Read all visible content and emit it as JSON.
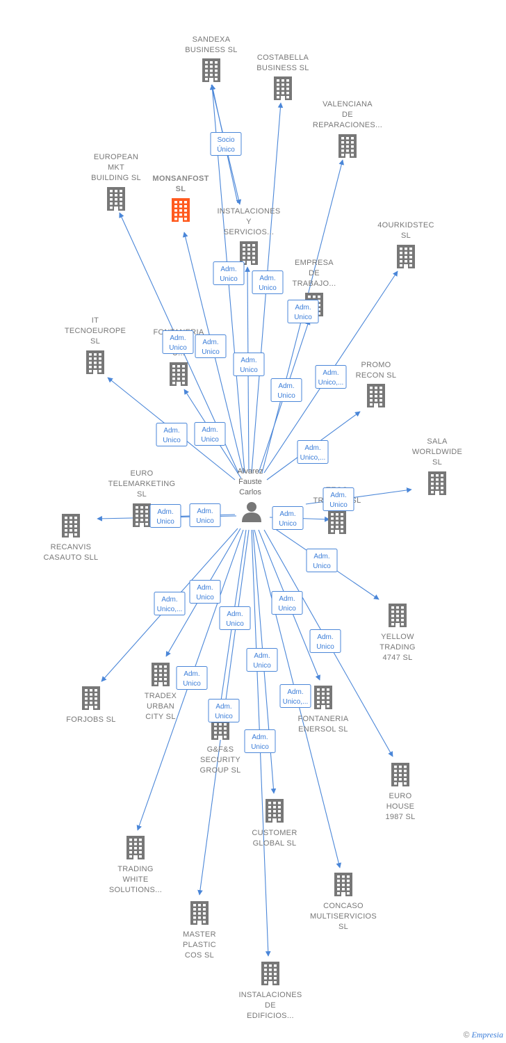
{
  "colors": {
    "edge": "#4a86d8",
    "node": "#777777",
    "focus_node": "#ff5a1f"
  },
  "person": {
    "name_lines": [
      "Alvarez",
      "Fauste",
      "Carlos"
    ],
    "icon": "person-icon"
  },
  "companies": [
    {
      "id": "sandexa",
      "lines": [
        "SANDEXA",
        "BUSINESS SL"
      ]
    },
    {
      "id": "costabella",
      "lines": [
        "COSTABELLA",
        "BUSINESS SL"
      ]
    },
    {
      "id": "valenciana",
      "lines": [
        "VALENCIANA",
        "DE",
        "REPARACIONES..."
      ]
    },
    {
      "id": "european",
      "lines": [
        "EUROPEAN",
        "MKT",
        "BUILDING  SL"
      ]
    },
    {
      "id": "monsanfost",
      "lines": [
        "MONSANFOST",
        "SL"
      ],
      "focus": true
    },
    {
      "id": "instalaciones-servicios",
      "lines": [
        "INSTALACIONES",
        "Y",
        "SERVICIOS..."
      ]
    },
    {
      "id": "4ourkidstec",
      "lines": [
        "4OURKIDSTEC",
        "SL"
      ]
    },
    {
      "id": "empresa",
      "lines": [
        "EMPRESA",
        "DE",
        "TRABAJO..."
      ]
    },
    {
      "id": "it-tecnoeurope",
      "lines": [
        "IT",
        "TECNOEUROPE",
        "SL"
      ]
    },
    {
      "id": "fontaneria-e",
      "lines": [
        "FONTANERIA",
        "E...",
        "U..."
      ]
    },
    {
      "id": "promo-recon",
      "lines": [
        "PROMO",
        "RECON  SL"
      ]
    },
    {
      "id": "sala",
      "lines": [
        "SALA",
        "WORLDWIDE",
        "SL"
      ]
    },
    {
      "id": "euro-telemarketing",
      "lines": [
        "EURO",
        "TELEMARKETING",
        "SL"
      ]
    },
    {
      "id": "tracl",
      "lines": [
        "TECO",
        "TRADING  SL"
      ]
    },
    {
      "id": "recanvis",
      "lines": [
        "RECANVIS",
        "CASAUTO SLL"
      ]
    },
    {
      "id": "yellow",
      "lines": [
        "YELLOW",
        "TRADING",
        "4747  SL"
      ]
    },
    {
      "id": "forjobs",
      "lines": [
        "FORJOBS SL"
      ]
    },
    {
      "id": "tradex",
      "lines": [
        "TRADEX",
        "URBAN",
        "CITY  SL"
      ]
    },
    {
      "id": "fontaneria-enersol",
      "lines": [
        "FONTANERIA",
        "ENERSOL SL"
      ]
    },
    {
      "id": "gfs",
      "lines": [
        "G&F&S",
        "SECURITY",
        "GROUP  SL"
      ]
    },
    {
      "id": "euro-house",
      "lines": [
        "EURO",
        "HOUSE",
        "1987  SL"
      ]
    },
    {
      "id": "customer",
      "lines": [
        "CUSTOMER",
        "GLOBAL  SL"
      ]
    },
    {
      "id": "trading-white",
      "lines": [
        "TRADING",
        "WHITE",
        "SOLUTIONS..."
      ]
    },
    {
      "id": "concaso",
      "lines": [
        "CONCASO",
        "MULTISERVICIOS",
        "SL"
      ]
    },
    {
      "id": "master-plastic",
      "lines": [
        "MASTER",
        "PLASTIC",
        "COS SL"
      ]
    },
    {
      "id": "instalaciones-edificios",
      "lines": [
        "INSTALACIONES",
        "DE",
        "EDIFICIOS..."
      ]
    }
  ],
  "edges": [
    {
      "to": "sandexa",
      "lines": [
        "Socio",
        "Único"
      ]
    },
    {
      "to": "instalaciones-servicios",
      "lines": []
    },
    {
      "to": "sandexa",
      "lines": [
        "Adm.",
        "Unico"
      ]
    },
    {
      "to": "costabella",
      "lines": [
        "Adm.",
        "Unico"
      ]
    },
    {
      "to": "valenciana",
      "lines": [
        "Adm.",
        "Unico"
      ]
    },
    {
      "to": "european",
      "lines": [
        "Adm.",
        "Unico"
      ]
    },
    {
      "to": "monsanfost",
      "lines": [
        "Adm.",
        "Unico"
      ]
    },
    {
      "to": "instalaciones-servicios",
      "lines": [
        "Adm.",
        "Unico"
      ]
    },
    {
      "to": "empresa",
      "lines": [
        "Adm.",
        "Unico"
      ]
    },
    {
      "to": "4ourkidstec",
      "lines": [
        "Adm.",
        "Unico,..."
      ]
    },
    {
      "to": "it-tecnoeurope",
      "lines": [
        "Adm.",
        "Unico"
      ]
    },
    {
      "to": "fontaneria-e",
      "lines": [
        "Adm.",
        "Unico"
      ]
    },
    {
      "to": "promo-recon",
      "lines": [
        "Adm.",
        "Unico,..."
      ]
    },
    {
      "to": "sala",
      "lines": [
        "Adm.",
        "Unico"
      ]
    },
    {
      "to": "euro-telemarketing",
      "lines": [
        "Adm.",
        "Unico"
      ]
    },
    {
      "to": "recanvis",
      "lines": [
        "Adm.",
        "Unico"
      ]
    },
    {
      "to": "tracl",
      "lines": [
        "Adm.",
        "Unico"
      ]
    },
    {
      "to": "yellow",
      "lines": [
        "Adm.",
        "Unico"
      ]
    },
    {
      "to": "forjobs",
      "lines": [
        "Adm.",
        "Unico,..."
      ]
    },
    {
      "to": "tradex",
      "lines": [
        "Adm.",
        "Unico"
      ]
    },
    {
      "to": "trading-white",
      "lines": [
        "Adm.",
        "Unico"
      ]
    },
    {
      "to": "gfs",
      "lines": [
        "Adm.",
        "Unico"
      ]
    },
    {
      "to": "customer",
      "lines": [
        "Adm.",
        "Unico"
      ]
    },
    {
      "to": "fontaneria-enersol",
      "lines": [
        "Adm.",
        "Unico"
      ]
    },
    {
      "to": "euro-house",
      "lines": [
        "Adm.",
        "Unico"
      ]
    },
    {
      "to": "concaso",
      "lines": [
        "Adm.",
        "Unico,..."
      ]
    },
    {
      "to": "master-plastic",
      "lines": [
        "Adm.",
        "Unico"
      ]
    },
    {
      "to": "instalaciones-edificios",
      "lines": [
        "Adm.",
        "Unico"
      ]
    }
  ],
  "footer": {
    "copyright": "©",
    "brand": "Empresia"
  }
}
